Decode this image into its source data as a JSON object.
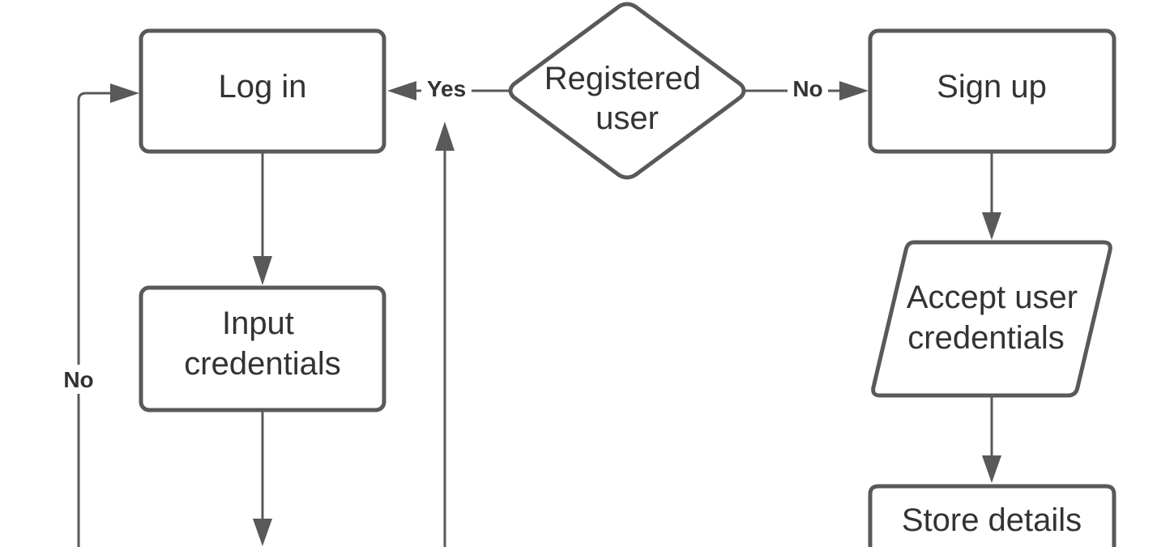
{
  "nodes": {
    "log_in": {
      "lines": [
        "Log in"
      ]
    },
    "registered_user": {
      "lines": [
        "Registered",
        "user"
      ]
    },
    "sign_up": {
      "lines": [
        "Sign up"
      ]
    },
    "input_credentials": {
      "lines": [
        "Input",
        "credentials"
      ]
    },
    "accept_credentials": {
      "lines": [
        "Accept user",
        "credentials"
      ]
    },
    "store_details": {
      "lines": [
        "Store details"
      ]
    }
  },
  "edges": {
    "registered_yes": {
      "label": "Yes"
    },
    "registered_no": {
      "label": "No"
    },
    "retry_no": {
      "label": "No"
    }
  },
  "colors": {
    "stroke": "#595959",
    "text": "#333333",
    "background": "#ffffff"
  }
}
